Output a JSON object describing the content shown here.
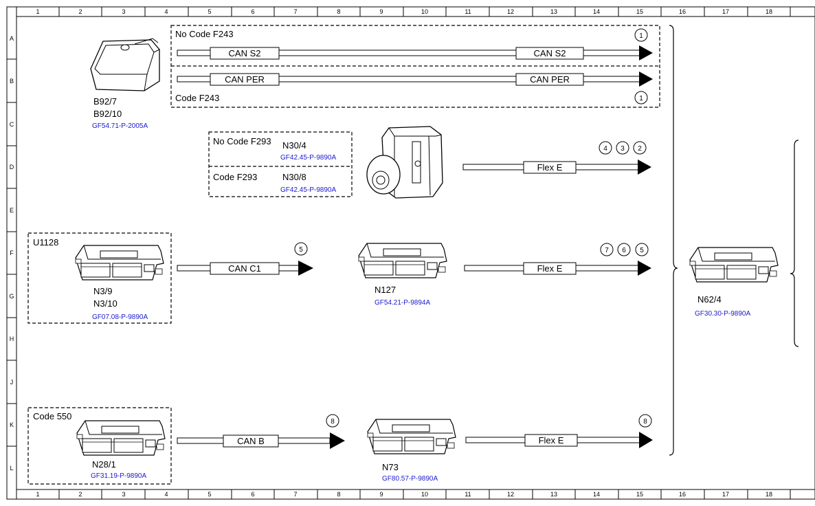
{
  "grid": {
    "columns": [
      "1",
      "2",
      "3",
      "4",
      "5",
      "6",
      "7",
      "8",
      "9",
      "10",
      "11",
      "12",
      "13",
      "14",
      "15",
      "16",
      "17",
      "18"
    ],
    "rows": [
      "A",
      "B",
      "C",
      "D",
      "E",
      "F",
      "G",
      "H",
      "J",
      "K",
      "L"
    ]
  },
  "groups": {
    "no_code_f243": "No Code F243",
    "code_f243": "Code F243",
    "no_code_f293": "No Code F293",
    "code_f293": "Code F293",
    "u1128": "U1128",
    "code_550": "Code 550"
  },
  "components": {
    "b92_7": "B92/7",
    "b92_10": "B92/10",
    "b92_ref": "GF54.71-P-2005A",
    "n30_4": "N30/4",
    "n30_4_ref": "GF42.45-P-9890A",
    "n30_8": "N30/8",
    "n30_8_ref": "GF42.45-P-9890A",
    "n3_9": "N3/9",
    "n3_10": "N3/10",
    "n3_ref": "GF07.08-P-9890A",
    "n127": "N127",
    "n127_ref": "GF54.21-P-9894A",
    "n62_4": "N62/4",
    "n62_4_ref": "GF30.30-P-9890A",
    "n28_1": "N28/1",
    "n28_1_ref": "GF31.19-P-9890A",
    "n73": "N73",
    "n73_ref": "GF80.57-P-9890A"
  },
  "buses": {
    "can_s2_left": "CAN S2",
    "can_s2_right": "CAN S2",
    "can_per_left": "CAN PER",
    "can_per_right": "CAN PER",
    "flex_e_d": "Flex E",
    "can_c1": "CAN C1",
    "flex_e_f": "Flex E",
    "can_b": "CAN B",
    "flex_e_k": "Flex E"
  },
  "markers": {
    "m_a": "1",
    "m_b": "1",
    "m_d1": "4",
    "m_d2": "3",
    "m_d3": "2",
    "m_c1": "5",
    "m_f1": "7",
    "m_f2": "6",
    "m_f3": "5",
    "m_k1": "8",
    "m_k2": "8"
  }
}
